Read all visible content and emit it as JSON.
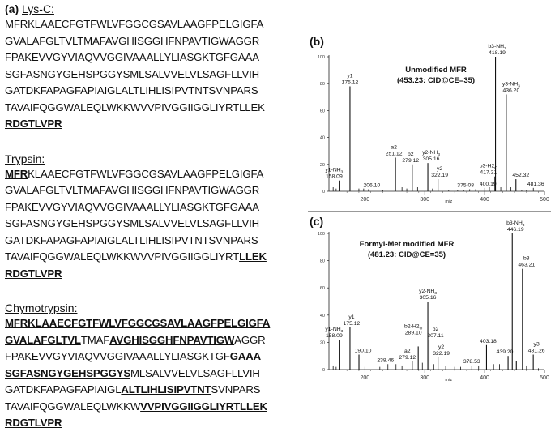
{
  "left_panel": {
    "letter": "(a)",
    "sections": [
      {
        "enzyme": "Lys-C:",
        "lines": [
          [
            {
              "t": "MFRKLAAECFGTFWLVFGGCGSAVLAAGFPELGIGFA",
              "u": false
            }
          ],
          [
            {
              "t": "GVALAFGLTVLTMAFAVGHISGGHFNPAVTIGWAGGR",
              "u": false
            }
          ],
          [
            {
              "t": "FPAKEVVGYVIAQVVGGIVAAALLYLIASGKTGFGAAA",
              "u": false
            }
          ],
          [
            {
              "t": "SGFASNGYGEHSPGGYSMLSALVVELVLSAGFLLVIH",
              "u": false
            }
          ],
          [
            {
              "t": "GATDKFAPAGFAPIAIGLALTLIHLISIPVTNTSVNPARS",
              "u": false
            }
          ],
          [
            {
              "t": "TAVAIFQGGWALEQLWKKWVVPIVGGIIGGLIYRTLLEK",
              "u": false
            }
          ],
          [
            {
              "t": "RDGTLVPR",
              "u": true
            }
          ]
        ]
      },
      {
        "enzyme": "Trypsin:",
        "lines": [
          [
            {
              "t": "MFR",
              "u": true
            },
            {
              "t": "KLAAECFGTFWLVFGGCGSAVLAAGFPELGIGFA",
              "u": false
            }
          ],
          [
            {
              "t": "GVALAFGLTVLTMAFAVGHISGGHFNPAVTIGWAGGR",
              "u": false
            }
          ],
          [
            {
              "t": "FPAKEVVGYVIAQVVGGIVAAALLYLIASGKTGFGAAA",
              "u": false
            }
          ],
          [
            {
              "t": "SGFASNGYGEHSPGGYSMLSALVVELVLSAGFLLVIH",
              "u": false
            }
          ],
          [
            {
              "t": "GATDKFAPAGFAPIAIGLALTLIHLISIPVTNTSVNPARS",
              "u": false
            }
          ],
          [
            {
              "t": "TAVAIFQGGWALEQLWKKWVVPIVGGIIGGLIYRT",
              "u": false
            },
            {
              "t": "LLEK",
              "u": true
            }
          ],
          [
            {
              "t": "RDGTLVPR",
              "u": true
            }
          ]
        ]
      },
      {
        "enzyme": "Chymotrypsin:",
        "lines": [
          [
            {
              "t": "MFRKLAAECFGTFWLVFGGCGSAVLAAGFPELGIGFA",
              "u": true
            }
          ],
          [
            {
              "t": "GVALAFGLTVL",
              "u": true
            },
            {
              "t": "TMAF",
              "u": false
            },
            {
              "t": "AVGHISGGHFNPAVTIGW",
              "u": true
            },
            {
              "t": "AGGR",
              "u": false
            }
          ],
          [
            {
              "t": "FPAKEVVGYVIAQVVGGIVAAALLYLIASGKTGF",
              "u": false
            },
            {
              "t": "GAAA",
              "u": true
            }
          ],
          [
            {
              "t": "SGFASNGYGEHSPGGYS",
              "u": true
            },
            {
              "t": "MLSALVVELVLSAGFLLVIH",
              "u": false
            }
          ],
          [
            {
              "t": "GATDKFAPAGFAPIAIGL",
              "u": false
            },
            {
              "t": "ALTLIHLISIPVTNT",
              "u": true
            },
            {
              "t": "SVNPARS",
              "u": false
            }
          ],
          [
            {
              "t": "TAVAIFQGGWALEQLWKKW",
              "u": false
            },
            {
              "t": "VVPIVGGIIGGLIYRTLLEK",
              "u": true
            }
          ],
          [
            {
              "t": "RDGTLVPR",
              "u": true
            }
          ]
        ]
      }
    ]
  },
  "chart_data": [
    {
      "type": "bar",
      "panel": "(b)",
      "title": "Unmodified MFR",
      "subtitle": "(453.23: CID@CE=35)",
      "xlabel": "m/z",
      "ylabel": "",
      "xlim": [
        140,
        500
      ],
      "ylim": [
        0,
        100
      ],
      "xticks": [
        200,
        300,
        400,
        500
      ],
      "yticks": [
        0,
        20,
        40,
        60,
        80,
        100
      ],
      "peaks": [
        {
          "x": 147,
          "y": 3
        },
        {
          "x": 150,
          "y": 2
        },
        {
          "x": 152,
          "y": 2
        },
        {
          "x": 158.09,
          "y": 8,
          "label": "y1-NH3",
          "value": "158.09"
        },
        {
          "x": 175.12,
          "y": 78,
          "label": "y1",
          "value": "175.12"
        },
        {
          "x": 190,
          "y": 2
        },
        {
          "x": 198,
          "y": 2
        },
        {
          "x": 206.1,
          "y": 1.5,
          "value": "206.10"
        },
        {
          "x": 215,
          "y": 1
        },
        {
          "x": 230,
          "y": 1
        },
        {
          "x": 251.12,
          "y": 25,
          "label": "a2",
          "value": "251.12"
        },
        {
          "x": 262,
          "y": 3
        },
        {
          "x": 270,
          "y": 2
        },
        {
          "x": 279.12,
          "y": 20,
          "label": "b2",
          "value": "279.12"
        },
        {
          "x": 288,
          "y": 3
        },
        {
          "x": 305.16,
          "y": 21,
          "label": "y2-NH3",
          "value": "305.16"
        },
        {
          "x": 313,
          "y": 2
        },
        {
          "x": 322.19,
          "y": 9,
          "label": "y2",
          "value": "322.19"
        },
        {
          "x": 340,
          "y": 1
        },
        {
          "x": 355,
          "y": 1
        },
        {
          "x": 365,
          "y": 1
        },
        {
          "x": 375.08,
          "y": 1.5,
          "value": "375.08"
        },
        {
          "x": 385,
          "y": 1.5
        },
        {
          "x": 400.19,
          "y": 2.5,
          "value": "400.19"
        },
        {
          "x": 408,
          "y": 3
        },
        {
          "x": 417.21,
          "y": 11,
          "label": "b3-H2O",
          "value": "417.21"
        },
        {
          "x": 418.19,
          "y": 100,
          "label": "b3-NH3",
          "value": "418.19"
        },
        {
          "x": 427,
          "y": 3
        },
        {
          "x": 436.2,
          "y": 72,
          "label": "y3-NH3",
          "value": "436.20"
        },
        {
          "x": 444,
          "y": 3
        },
        {
          "x": 452.32,
          "y": 9,
          "value": "452.32"
        },
        {
          "x": 462,
          "y": 1
        },
        {
          "x": 470,
          "y": 1
        },
        {
          "x": 481.36,
          "y": 2.5,
          "value": "481.36"
        }
      ]
    },
    {
      "type": "bar",
      "panel": "(c)",
      "title": "Formyl-Met modified MFR",
      "subtitle": "(481.23: CID@CE=35)",
      "xlabel": "m/z",
      "ylabel": "",
      "xlim": [
        140,
        500
      ],
      "ylim": [
        0,
        100
      ],
      "xticks": [
        200,
        300,
        400,
        500
      ],
      "yticks": [
        0,
        20,
        40,
        60,
        80,
        100
      ],
      "peaks": [
        {
          "x": 147,
          "y": 3
        },
        {
          "x": 152,
          "y": 2
        },
        {
          "x": 158.09,
          "y": 22,
          "label": "y1-NH3",
          "value": "158.09"
        },
        {
          "x": 175.12,
          "y": 31,
          "label": "y1",
          "value": "175.12"
        },
        {
          "x": 190.1,
          "y": 11,
          "value": "190.10"
        },
        {
          "x": 200,
          "y": 2
        },
        {
          "x": 215,
          "y": 2
        },
        {
          "x": 225,
          "y": 2
        },
        {
          "x": 238.46,
          "y": 4,
          "value": "238.46"
        },
        {
          "x": 252,
          "y": 4
        },
        {
          "x": 262,
          "y": 3
        },
        {
          "x": 279.12,
          "y": 6,
          "label": "a2",
          "value": "279.12"
        },
        {
          "x": 289.1,
          "y": 17,
          "label": "b2-H2O",
          "value": "289.10"
        },
        {
          "x": 296,
          "y": 5
        },
        {
          "x": 305.16,
          "y": 50,
          "label": "y2-NH3",
          "value": "305.16"
        },
        {
          "x": 307.11,
          "y": 22,
          "label": "b2",
          "value": "307.11"
        },
        {
          "x": 315,
          "y": 4
        },
        {
          "x": 322.19,
          "y": 9,
          "label": "y2",
          "value": "322.19"
        },
        {
          "x": 335,
          "y": 3
        },
        {
          "x": 350,
          "y": 2
        },
        {
          "x": 360,
          "y": 2
        },
        {
          "x": 378.53,
          "y": 3,
          "value": "378.53"
        },
        {
          "x": 390,
          "y": 3
        },
        {
          "x": 403.18,
          "y": 18,
          "value": "403.18"
        },
        {
          "x": 415,
          "y": 4
        },
        {
          "x": 425,
          "y": 4
        },
        {
          "x": 439.2,
          "y": 10,
          "value": "439.20"
        },
        {
          "x": 446.19,
          "y": 100,
          "label": "b3-NH3",
          "value": "446.19"
        },
        {
          "x": 453,
          "y": 6
        },
        {
          "x": 463.21,
          "y": 74,
          "label": "b3",
          "value": "463.21"
        },
        {
          "x": 470,
          "y": 3
        },
        {
          "x": 481.26,
          "y": 11,
          "label": "y3",
          "value": "481.26"
        },
        {
          "x": 490,
          "y": 1
        }
      ]
    }
  ]
}
